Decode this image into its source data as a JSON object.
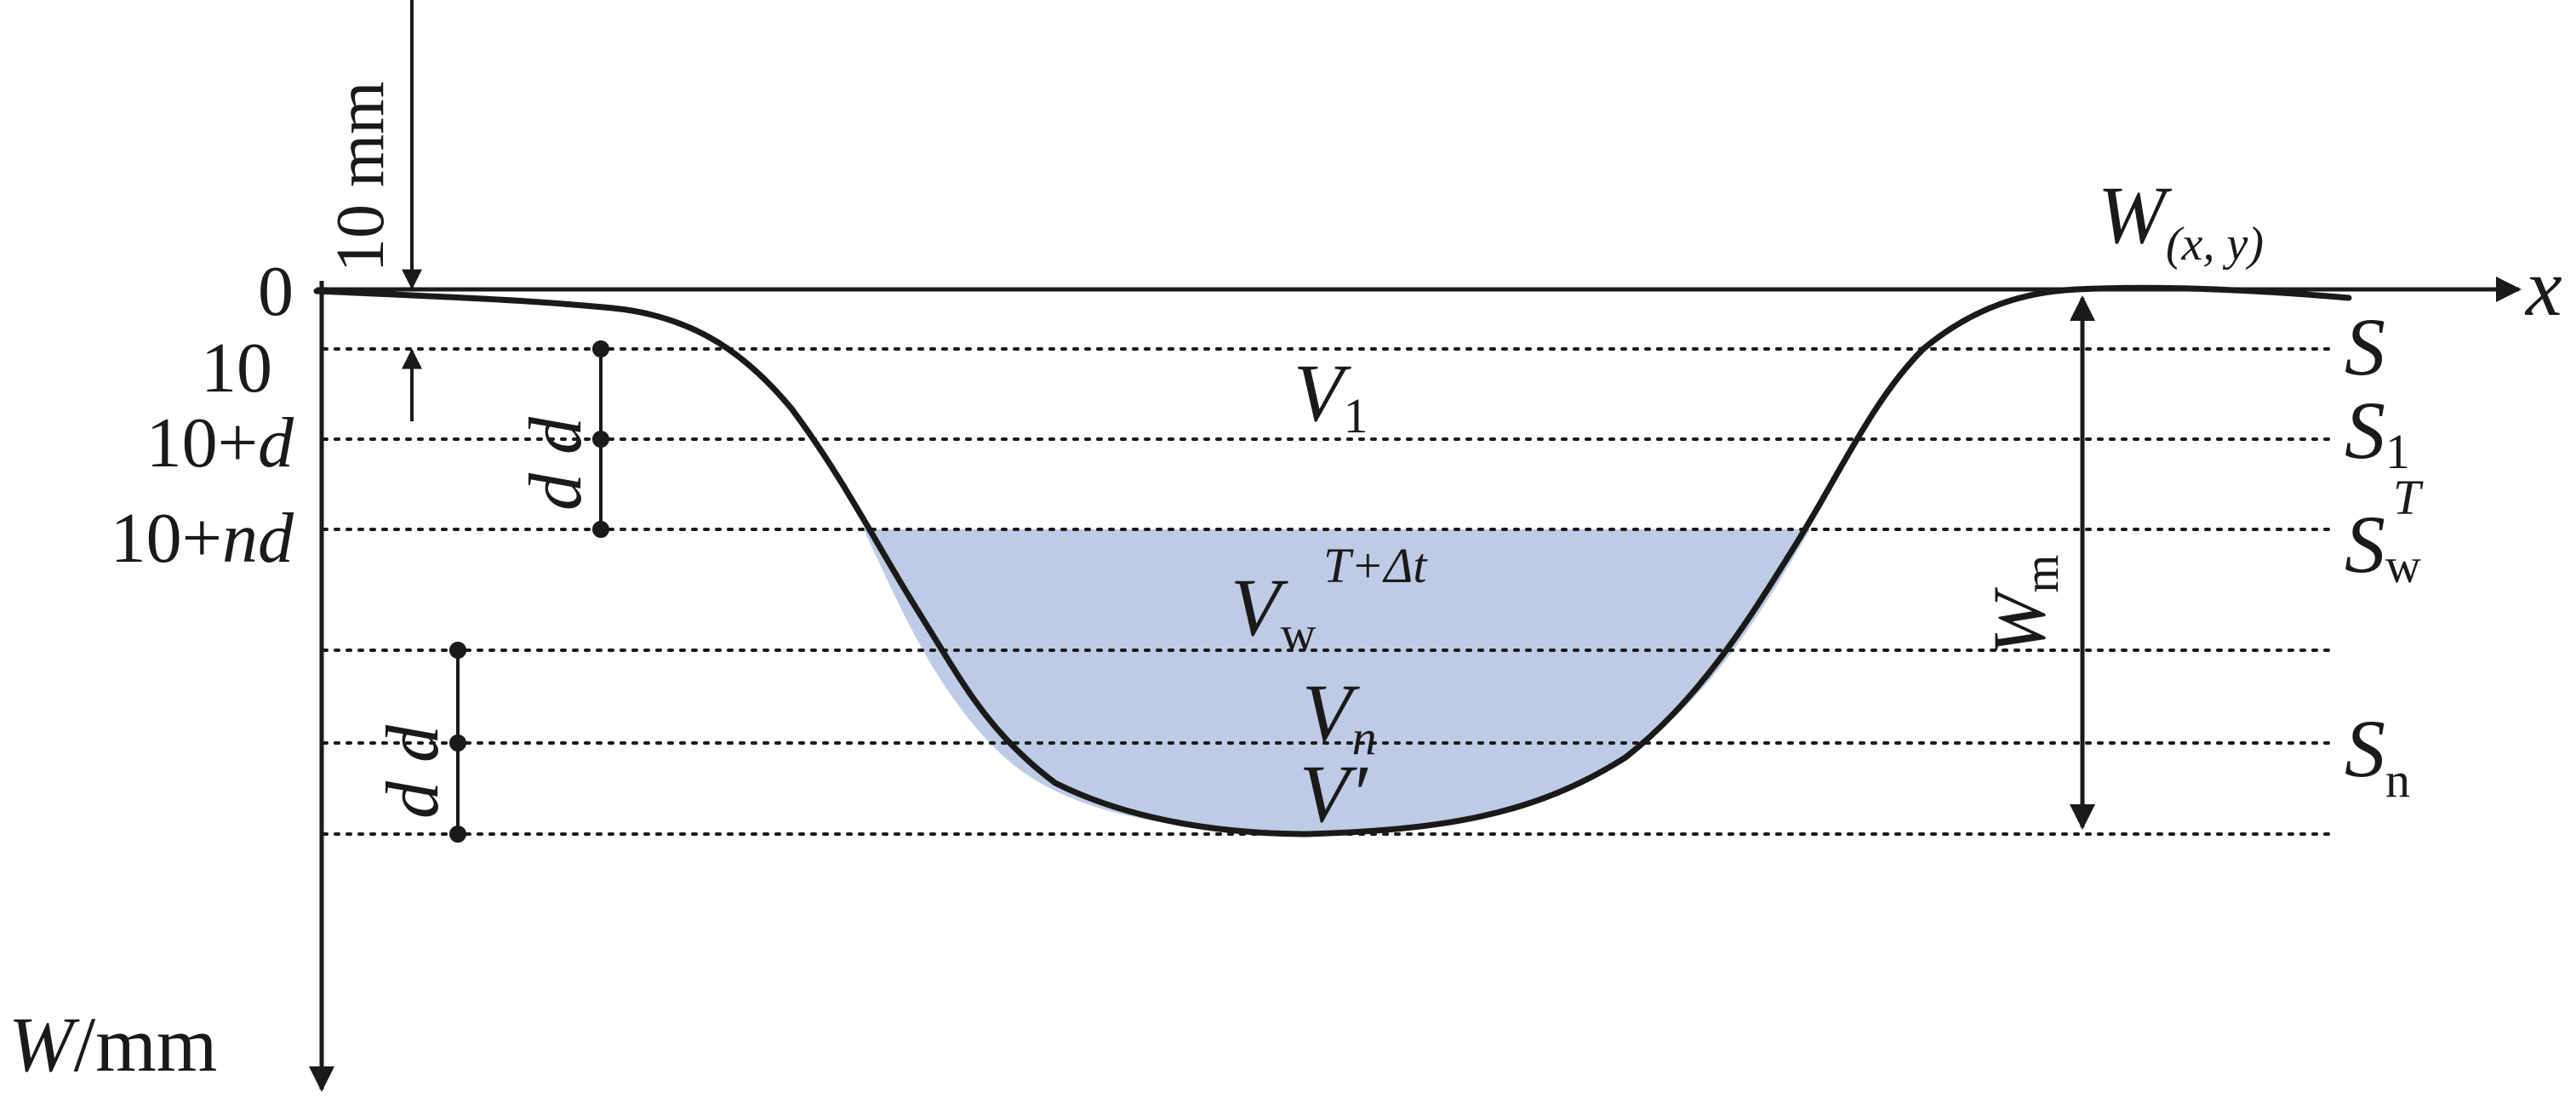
{
  "colors": {
    "ink": "#1a1a1a",
    "water_fill": "#bfcbe6"
  },
  "axes": {
    "x_label": "x",
    "y_label_italic": "W",
    "y_label_unit": "/mm"
  },
  "left_ticks": {
    "zero": "0",
    "ten": "10",
    "ten_plus_d_num": "10+",
    "ten_plus_d_var": "d",
    "ten_plus_nd_num": "10+",
    "ten_plus_nd_var": "nd"
  },
  "offset_label": "10 mm",
  "spacing_labels": {
    "upper": "d d",
    "lower": "d d"
  },
  "surface_labels": {
    "S": "S",
    "S1_main": "S",
    "S1_sub": "1",
    "Sw_main": "S",
    "Sw_sub": "w",
    "Sw_sup": "T",
    "Sn_main": "S",
    "Sn_sub": "n"
  },
  "curve_label": {
    "main": "W",
    "sub": "(x,  y)"
  },
  "volume_labels": {
    "V1_main": "V",
    "V1_sub": "1",
    "Vw_main": "V",
    "Vw_sub": "w",
    "Vw_sup": "T+Δt",
    "Vn_main": "V",
    "Vn_sub": "n",
    "Vprime": "V′"
  },
  "wm_label": {
    "main": "W",
    "sub": "m"
  }
}
